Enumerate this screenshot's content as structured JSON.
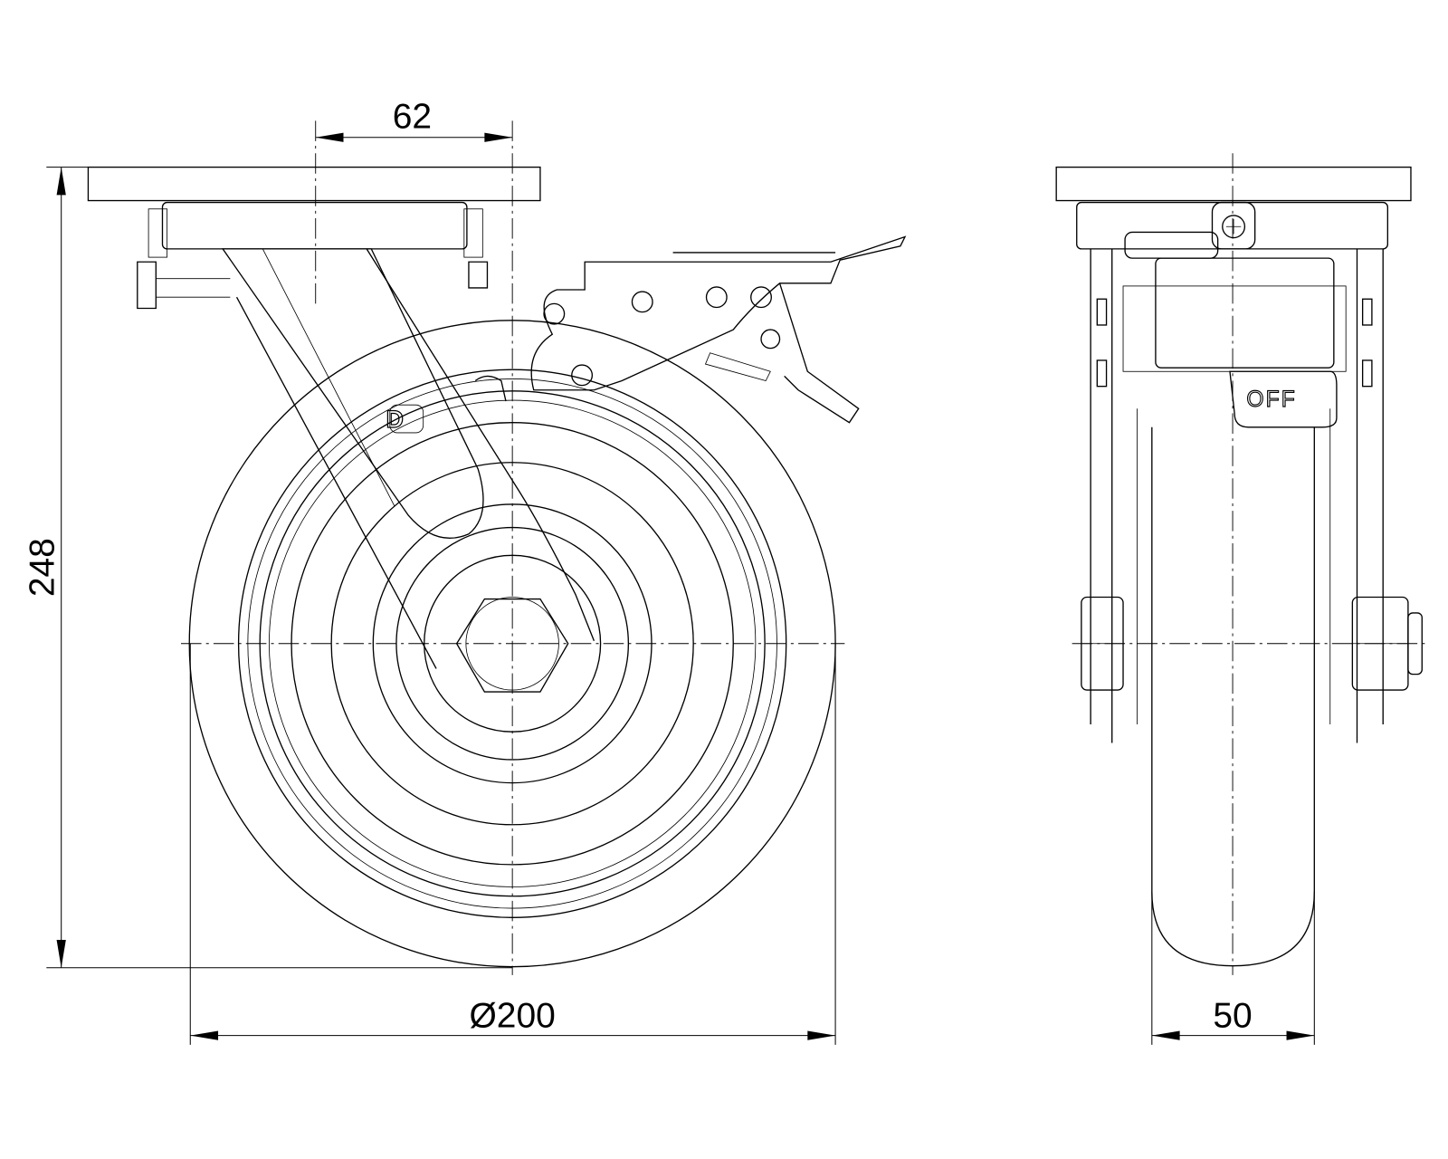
{
  "drawing": {
    "title": "Swivel castor with total brake - technical drawing",
    "dimensions": {
      "offset": "62",
      "height": "248",
      "wheel_diameter": "Ø200",
      "wheel_width": "50"
    },
    "brake_label": "OFF",
    "logo_text": "D"
  }
}
